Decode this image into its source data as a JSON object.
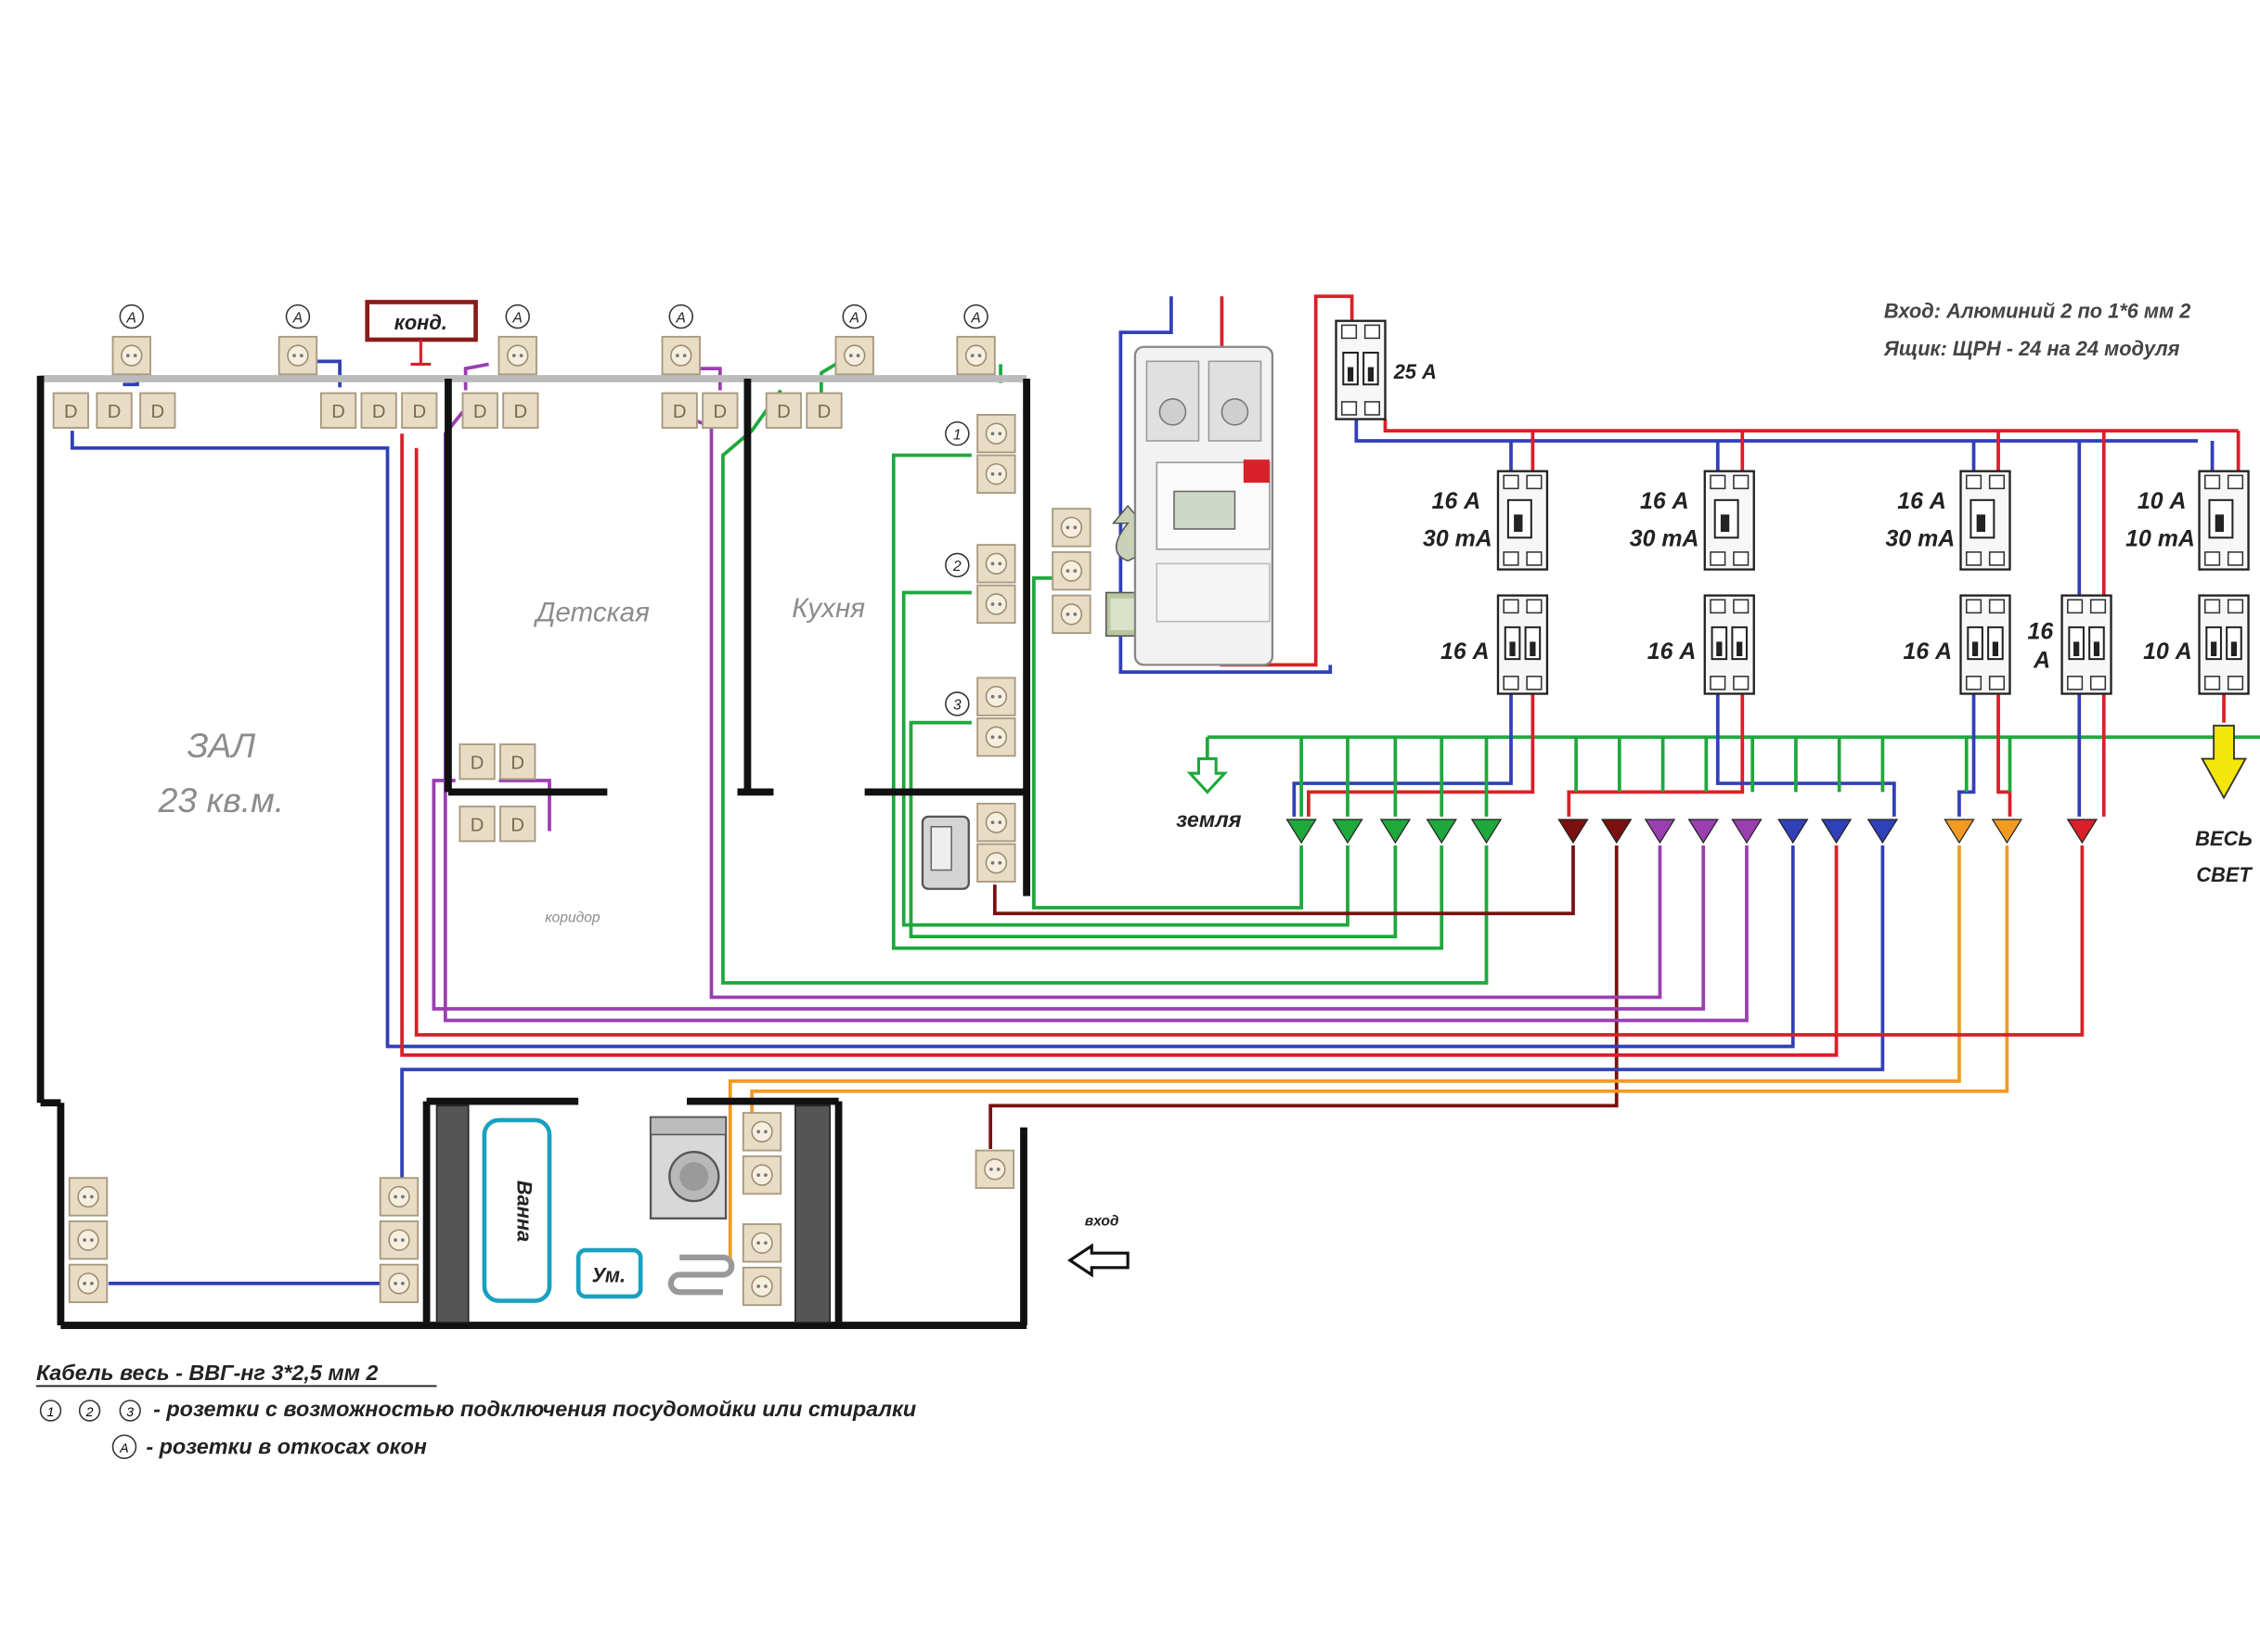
{
  "header": {
    "input_note": "Вход: Алюминий 2 по 1*6 мм 2",
    "box_note": "Ящик: ЩРН - 24 на 24 модуля"
  },
  "rooms": {
    "hall_name": "ЗАЛ",
    "hall_area": "23 кв.м.",
    "kids": "Детская",
    "kitchen": "Кухня",
    "corridor": "коридор",
    "bath": "Ванна",
    "sink": "Ум.",
    "ac": "конд."
  },
  "markers": {
    "window": "А",
    "one": "1",
    "two": "2",
    "three": "3"
  },
  "breakers": {
    "main": "25 А",
    "rcd1_a": "16 А",
    "rcd1_b": "30 mA",
    "cb1": "16 А",
    "rcd2_a": "16 А",
    "rcd2_b": "30 mA",
    "cb2": "16 А",
    "rcd3_a": "16 А",
    "rcd3_b": "30 mA",
    "cb3": "16 А",
    "cb4_a": "16",
    "cb4_b": "А",
    "rcd5_a": "10 А",
    "rcd5_b": "10 mA",
    "cb5": "10 А"
  },
  "labels": {
    "ground": "земля",
    "all_light_1": "ВЕСЬ",
    "all_light_2": "СВЕТ",
    "entrance": "вход"
  },
  "legend": {
    "cable": "Кабель весь - ВВГ-нг 3*2,5 мм 2",
    "numbered": "- розетки с возможностью подключения посудомойки или стиралки",
    "window": "- розетки в откосах окон"
  },
  "colors": {
    "wall": "#111111",
    "red": "#d8202a",
    "blue": "#3040b8",
    "green": "#1fa83c",
    "purple": "#9a3fb0",
    "maroon": "#7a1010",
    "orange": "#f29a22",
    "grey": "#b0b0b0",
    "socket": "#e8dcc4",
    "yellow": "#f5e60a"
  }
}
